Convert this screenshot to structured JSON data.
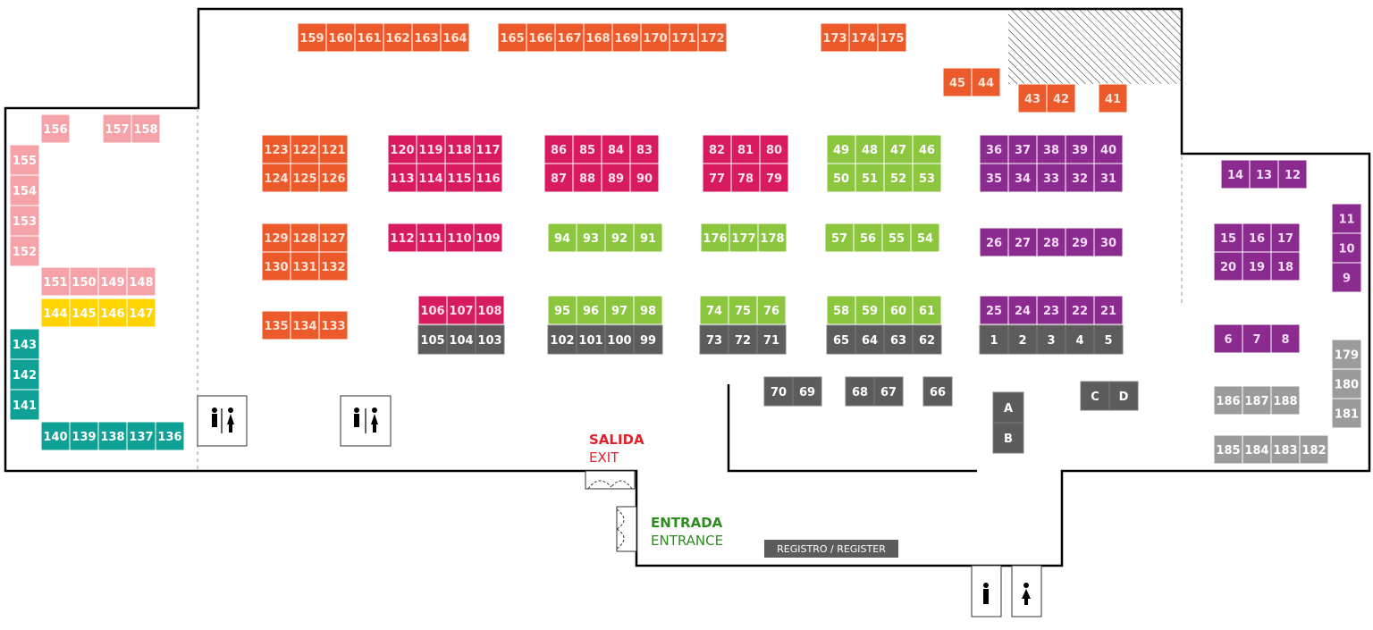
{
  "colors": {
    "orange": "#ec5a2b",
    "crimson": "#d81b5f",
    "lime": "#8cc63f",
    "purple": "#8b2a8f",
    "pink": "#f5a3a8",
    "yellow": "#ffd400",
    "teal": "#0fa195",
    "gray": "#9b9b9b",
    "darkgray": "#5c5c5c",
    "salida": "#e4202b",
    "entrada": "#2e8b1f"
  },
  "signs": {
    "salida": "SALIDA",
    "exit": "EXIT",
    "entrada": "ENTRADA",
    "entrance": "ENTRANCE",
    "registro": "REGISTRO / REGISTER"
  },
  "booth_groups": [
    {
      "name": "pink-north",
      "color": "pink",
      "labels": [
        "156",
        "157",
        "158"
      ]
    },
    {
      "name": "pink-west",
      "color": "pink",
      "labels": [
        "155",
        "154",
        "153",
        "152"
      ]
    },
    {
      "name": "pink-row",
      "color": "pink",
      "labels": [
        "151",
        "150",
        "149",
        "148"
      ]
    },
    {
      "name": "yellow-row",
      "color": "yellow",
      "labels": [
        "144",
        "145",
        "146",
        "147"
      ]
    },
    {
      "name": "teal-west",
      "color": "teal",
      "labels": [
        "143",
        "142",
        "141"
      ]
    },
    {
      "name": "teal-row",
      "color": "teal",
      "labels": [
        "140",
        "139",
        "138",
        "137",
        "136"
      ]
    },
    {
      "name": "orange-top-1",
      "color": "orange",
      "labels": [
        "159",
        "160",
        "161",
        "162",
        "163",
        "164"
      ]
    },
    {
      "name": "orange-top-2",
      "color": "orange",
      "labels": [
        "165",
        "166",
        "167",
        "168",
        "169",
        "170",
        "171",
        "172"
      ]
    },
    {
      "name": "orange-top-3",
      "color": "orange",
      "labels": [
        "173",
        "174",
        "175"
      ]
    },
    {
      "name": "orange-45",
      "color": "orange",
      "labels": [
        "45",
        "44"
      ]
    },
    {
      "name": "orange-43",
      "color": "orange",
      "labels": [
        "43",
        "42"
      ]
    },
    {
      "name": "orange-41",
      "color": "orange",
      "labels": [
        "41"
      ]
    },
    {
      "name": "orange-block-a",
      "color": "orange",
      "labels": [
        "123",
        "122",
        "121",
        "124",
        "125",
        "126"
      ]
    },
    {
      "name": "orange-block-b",
      "color": "orange",
      "labels": [
        "129",
        "128",
        "127",
        "130",
        "131",
        "132"
      ]
    },
    {
      "name": "orange-block-c",
      "color": "orange",
      "labels": [
        "135",
        "134",
        "133"
      ]
    },
    {
      "name": "crimson-block-a",
      "color": "crimson",
      "labels": [
        "120",
        "119",
        "118",
        "117",
        "113",
        "114",
        "115",
        "116"
      ]
    },
    {
      "name": "crimson-block-b",
      "color": "crimson",
      "labels": [
        "112",
        "111",
        "110",
        "109"
      ]
    },
    {
      "name": "crimson-block-c",
      "color": "crimson",
      "labels": [
        "106",
        "107",
        "108"
      ]
    },
    {
      "name": "gray-block-c",
      "color": "darkgray",
      "labels": [
        "105",
        "104",
        "103"
      ]
    },
    {
      "name": "crimson-block-d",
      "color": "crimson",
      "labels": [
        "86",
        "85",
        "84",
        "83",
        "87",
        "88",
        "89",
        "90"
      ]
    },
    {
      "name": "crimson-block-e",
      "color": "crimson",
      "labels": [
        "82",
        "81",
        "80",
        "77",
        "78",
        "79"
      ]
    },
    {
      "name": "lime-block-a",
      "color": "lime",
      "labels": [
        "94",
        "93",
        "92",
        "91"
      ]
    },
    {
      "name": "lime-block-b",
      "color": "lime",
      "labels": [
        "95",
        "96",
        "97",
        "98"
      ]
    },
    {
      "name": "gray-block-b",
      "color": "darkgray",
      "labels": [
        "102",
        "101",
        "100",
        "99"
      ]
    },
    {
      "name": "lime-block-c",
      "color": "lime",
      "labels": [
        "176",
        "177",
        "178"
      ]
    },
    {
      "name": "lime-block-d",
      "color": "lime",
      "labels": [
        "74",
        "75",
        "76"
      ]
    },
    {
      "name": "gray-block-d",
      "color": "darkgray",
      "labels": [
        "73",
        "72",
        "71"
      ]
    },
    {
      "name": "lime-block-e",
      "color": "lime",
      "labels": [
        "49",
        "48",
        "47",
        "46",
        "50",
        "51",
        "52",
        "53"
      ]
    },
    {
      "name": "lime-block-f",
      "color": "lime",
      "labels": [
        "57",
        "56",
        "55",
        "54"
      ]
    },
    {
      "name": "lime-block-g",
      "color": "lime",
      "labels": [
        "58",
        "59",
        "60",
        "61"
      ]
    },
    {
      "name": "gray-block-g",
      "color": "darkgray",
      "labels": [
        "65",
        "64",
        "63",
        "62"
      ]
    },
    {
      "name": "gray-70",
      "color": "darkgray",
      "labels": [
        "70",
        "69"
      ]
    },
    {
      "name": "gray-68",
      "color": "darkgray",
      "labels": [
        "68",
        "67"
      ]
    },
    {
      "name": "gray-66",
      "color": "darkgray",
      "labels": [
        "66"
      ]
    },
    {
      "name": "purple-block-a",
      "color": "purple",
      "labels": [
        "36",
        "37",
        "38",
        "39",
        "40",
        "35",
        "34",
        "33",
        "32",
        "31"
      ]
    },
    {
      "name": "purple-block-b",
      "color": "purple",
      "labels": [
        "26",
        "27",
        "28",
        "29",
        "30"
      ]
    },
    {
      "name": "purple-block-c",
      "color": "purple",
      "labels": [
        "25",
        "24",
        "23",
        "22",
        "21"
      ]
    },
    {
      "name": "gray-block-h",
      "color": "darkgray",
      "labels": [
        "1",
        "2",
        "3",
        "4",
        "5"
      ]
    },
    {
      "name": "gray-ab",
      "color": "darkgray",
      "labels": [
        "A",
        "B"
      ]
    },
    {
      "name": "gray-cd",
      "color": "darkgray",
      "labels": [
        "C",
        "D"
      ]
    },
    {
      "name": "purple-east-a",
      "color": "purple",
      "labels": [
        "14",
        "13",
        "12"
      ]
    },
    {
      "name": "purple-east-b",
      "color": "purple",
      "labels": [
        "15",
        "16",
        "17",
        "20",
        "19",
        "18"
      ]
    },
    {
      "name": "purple-east-c",
      "color": "purple",
      "labels": [
        "11",
        "10",
        "9"
      ]
    },
    {
      "name": "purple-east-d",
      "color": "purple",
      "labels": [
        "6",
        "7",
        "8"
      ]
    },
    {
      "name": "gray-east-a",
      "color": "gray",
      "labels": [
        "179",
        "180",
        "181"
      ]
    },
    {
      "name": "gray-east-b",
      "color": "gray",
      "labels": [
        "186",
        "187",
        "188"
      ]
    },
    {
      "name": "gray-east-c",
      "color": "gray",
      "labels": [
        "185",
        "184",
        "183",
        "182"
      ]
    }
  ],
  "restrooms": [
    {
      "name": "restroom-west",
      "type": "unisex"
    },
    {
      "name": "restroom-center",
      "type": "unisex"
    },
    {
      "name": "restroom-men",
      "type": "men"
    },
    {
      "name": "restroom-women",
      "type": "women"
    }
  ]
}
